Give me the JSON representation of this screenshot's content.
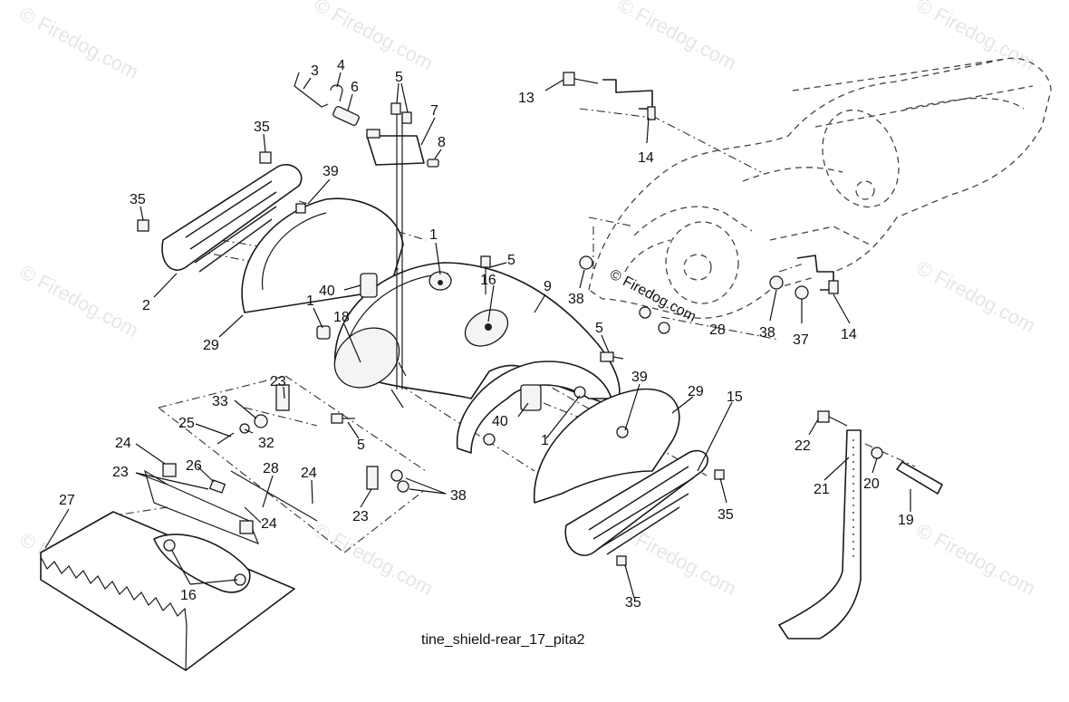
{
  "watermark": {
    "text": "© Firedog.com",
    "center_text": "© Firedog.com"
  },
  "caption": "tine_shield-rear_17_pita2",
  "labels": [
    {
      "id": "l3",
      "text": "3"
    },
    {
      "id": "l4",
      "text": "4"
    },
    {
      "id": "l6",
      "text": "6"
    },
    {
      "id": "l5a",
      "text": "5"
    },
    {
      "id": "l7",
      "text": "7"
    },
    {
      "id": "l8",
      "text": "8"
    },
    {
      "id": "l35a",
      "text": "35"
    },
    {
      "id": "l39a",
      "text": "39"
    },
    {
      "id": "l35b",
      "text": "35"
    },
    {
      "id": "l2",
      "text": "2"
    },
    {
      "id": "l29a",
      "text": "29"
    },
    {
      "id": "l40a",
      "text": "40"
    },
    {
      "id": "l1a",
      "text": "1"
    },
    {
      "id": "l18",
      "text": "18"
    },
    {
      "id": "l1b",
      "text": "1"
    },
    {
      "id": "l5b",
      "text": "5"
    },
    {
      "id": "l16a",
      "text": "16"
    },
    {
      "id": "l9",
      "text": "9"
    },
    {
      "id": "l5c",
      "text": "5"
    },
    {
      "id": "l13",
      "text": "13"
    },
    {
      "id": "l14a",
      "text": "14"
    },
    {
      "id": "l38a",
      "text": "38"
    },
    {
      "id": "l28",
      "text": "28"
    },
    {
      "id": "l38b",
      "text": "38"
    },
    {
      "id": "l37",
      "text": "37"
    },
    {
      "id": "l14b",
      "text": "14"
    },
    {
      "id": "l23a",
      "text": "23"
    },
    {
      "id": "l33",
      "text": "33"
    },
    {
      "id": "l32",
      "text": "32"
    },
    {
      "id": "l25",
      "text": "25"
    },
    {
      "id": "l5d",
      "text": "5"
    },
    {
      "id": "l39b",
      "text": "39"
    },
    {
      "id": "l29b",
      "text": "29"
    },
    {
      "id": "l40b",
      "text": "40"
    },
    {
      "id": "l1c",
      "text": "1"
    },
    {
      "id": "l15",
      "text": "15"
    },
    {
      "id": "l24a",
      "text": "24"
    },
    {
      "id": "l23b",
      "text": "23"
    },
    {
      "id": "l26",
      "text": "26"
    },
    {
      "id": "l28b",
      "text": "28"
    },
    {
      "id": "l24b",
      "text": "24"
    },
    {
      "id": "l27",
      "text": "27"
    },
    {
      "id": "l24c",
      "text": "24"
    },
    {
      "id": "l23c",
      "text": "23"
    },
    {
      "id": "l38c",
      "text": "38"
    },
    {
      "id": "l16b",
      "text": "16"
    },
    {
      "id": "l35c",
      "text": "35"
    },
    {
      "id": "l35d",
      "text": "35"
    },
    {
      "id": "l22",
      "text": "22"
    },
    {
      "id": "l21",
      "text": "21"
    },
    {
      "id": "l20",
      "text": "20"
    },
    {
      "id": "l19",
      "text": "19"
    }
  ]
}
